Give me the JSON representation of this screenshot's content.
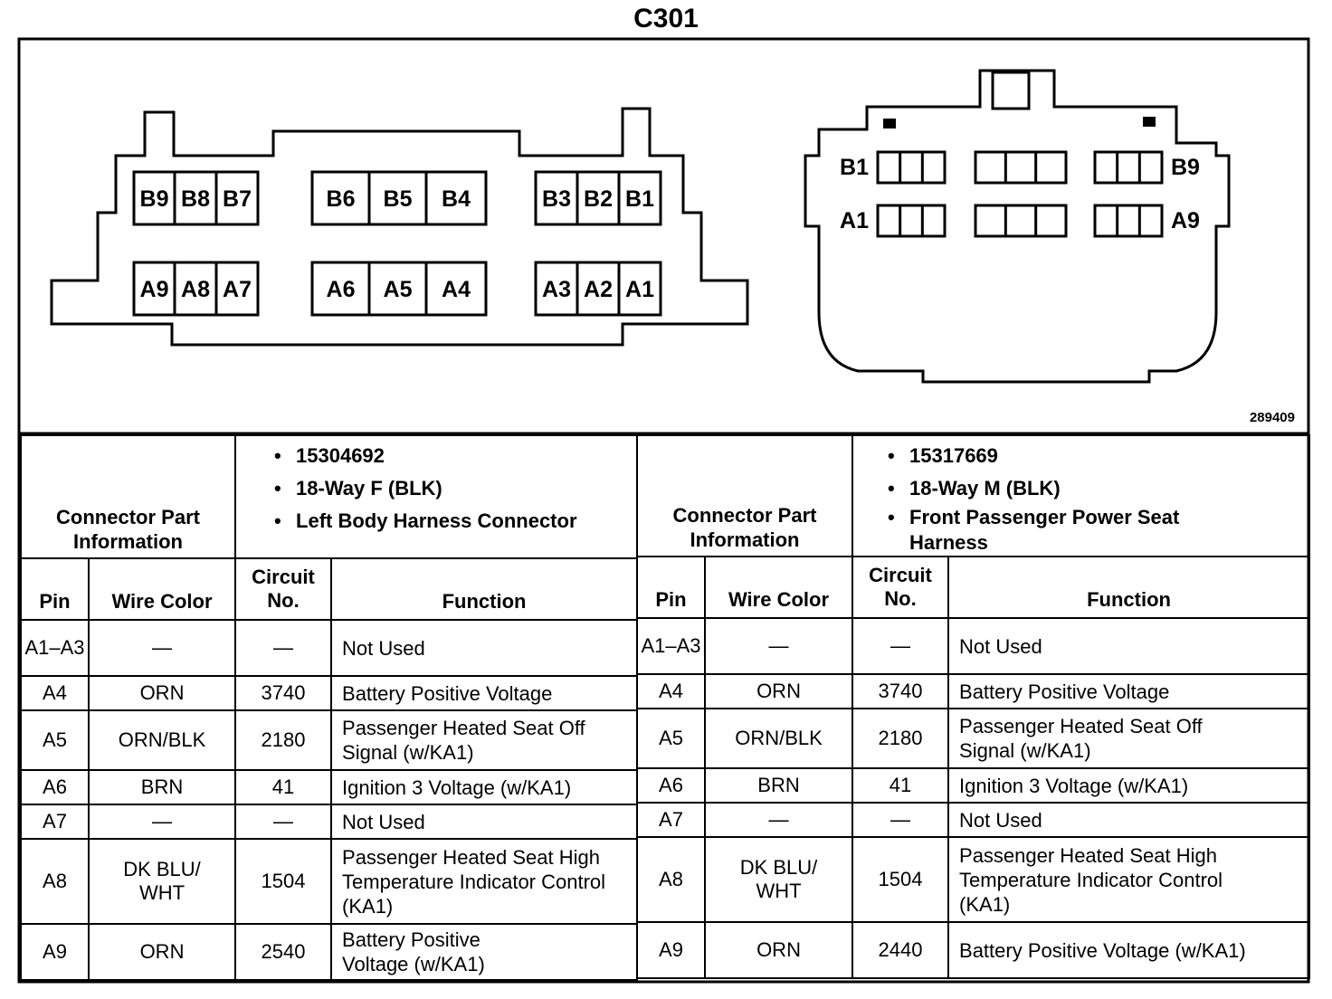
{
  "title": "C301",
  "figure_number": "289409",
  "left_connector": {
    "pins_b": [
      "B9",
      "B8",
      "B7",
      "B6",
      "B5",
      "B4",
      "B3",
      "B2",
      "B1"
    ],
    "pins_a": [
      "A9",
      "A8",
      "A7",
      "A6",
      "A5",
      "A4",
      "A3",
      "A2",
      "A1"
    ]
  },
  "right_connector": {
    "labels": {
      "b1": "B1",
      "b9": "B9",
      "a1": "A1",
      "a9": "A9"
    }
  },
  "tables": [
    {
      "part_info_label": "Connector Part Information",
      "part_info": [
        "15304692",
        "18-Way F (BLK)",
        "Left Body Harness Connector"
      ],
      "headers": {
        "pin": "Pin",
        "wire": "Wire Color",
        "circuit": "Circuit No.",
        "function": "Function"
      },
      "rows": [
        {
          "pin": "A1–A3",
          "wire": "—",
          "circuit": "—",
          "function": "Not Used"
        },
        {
          "pin": "A4",
          "wire": "ORN",
          "circuit": "3740",
          "function": "Battery Positive Voltage"
        },
        {
          "pin": "A5",
          "wire": "ORN/BLK",
          "circuit": "2180",
          "function": "Passenger Heated Seat Off Signal (w/KA1)"
        },
        {
          "pin": "A6",
          "wire": "BRN",
          "circuit": "41",
          "function": "Ignition 3 Voltage (w/KA1)"
        },
        {
          "pin": "A7",
          "wire": "—",
          "circuit": "—",
          "function": "Not Used"
        },
        {
          "pin": "A8",
          "wire": "DK BLU/ WHT",
          "circuit": "1504",
          "function": "Passenger Heated Seat High Temperature Indicator Control (KA1)"
        },
        {
          "pin": "A9",
          "wire": "ORN",
          "circuit": "2540",
          "function": "Battery Positive Voltage (w/KA1)"
        }
      ]
    },
    {
      "part_info_label": "Connector Part Information",
      "part_info": [
        "15317669",
        "18-Way M (BLK)",
        "Front Passenger Power Seat Harness"
      ],
      "headers": {
        "pin": "Pin",
        "wire": "Wire Color",
        "circuit": "Circuit No.",
        "function": "Function"
      },
      "rows": [
        {
          "pin": "A1–A3",
          "wire": "—",
          "circuit": "—",
          "function": "Not Used"
        },
        {
          "pin": "A4",
          "wire": "ORN",
          "circuit": "3740",
          "function": "Battery Positive Voltage"
        },
        {
          "pin": "A5",
          "wire": "ORN/BLK",
          "circuit": "2180",
          "function": "Passenger Heated Seat Off Signal (w/KA1)"
        },
        {
          "pin": "A6",
          "wire": "BRN",
          "circuit": "41",
          "function": "Ignition 3 Voltage (w/KA1)"
        },
        {
          "pin": "A7",
          "wire": "—",
          "circuit": "—",
          "function": "Not Used"
        },
        {
          "pin": "A8",
          "wire": "DK BLU/ WHT",
          "circuit": "1504",
          "function": "Passenger Heated Seat High Temperature Indicator Control (KA1)"
        },
        {
          "pin": "A9",
          "wire": "ORN",
          "circuit": "2440",
          "function": "Battery Positive Voltage (w/KA1)"
        }
      ]
    }
  ]
}
